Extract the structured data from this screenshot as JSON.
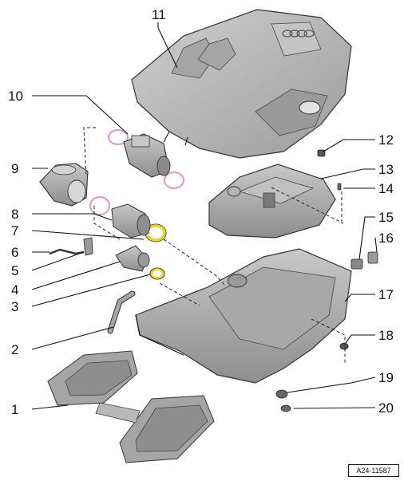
{
  "callouts": {
    "c1": "1",
    "c2": "2",
    "c3": "3",
    "c4": "4",
    "c5": "5",
    "c6": "6",
    "c7": "7",
    "c8": "8",
    "c9": "9",
    "c10": "10",
    "c11": "11",
    "c12": "12",
    "c13": "13",
    "c14": "14",
    "c15": "15",
    "c16": "16",
    "c17": "17",
    "c18": "18",
    "c19": "19",
    "c20": "20"
  },
  "reference_code": "A24-11587",
  "colors": {
    "part_fill": "#b4b4b4",
    "part_dark": "#8a8a8a",
    "part_light": "#d2d2d2",
    "seal_pink": "#d9a0c8",
    "seal_yellow": "#f0d020"
  }
}
